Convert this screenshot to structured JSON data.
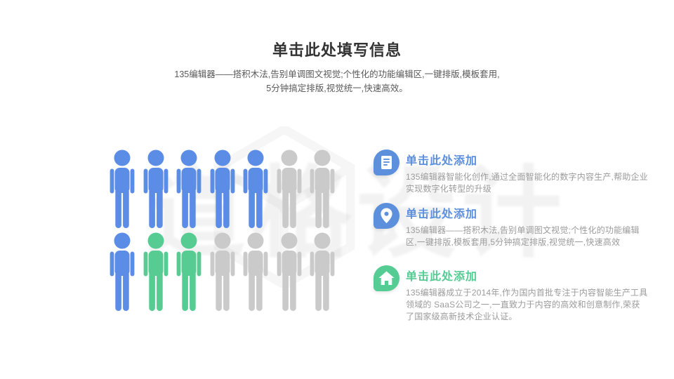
{
  "header": {
    "title": "单击此处填写信息",
    "subtitle_line1": "135编辑器——搭积木法,告别单调图文视觉;个性化的功能编辑区,一键排版,模板套用,",
    "subtitle_line2": "5分钟搞定排版,视觉统一,快速高效。"
  },
  "watermark": {
    "text": "道格设计"
  },
  "pictogram": {
    "columns": 7,
    "rows_count": 2,
    "colors": {
      "blue": "#5b8ce6",
      "green": "#56cc93",
      "gray": "#cacaca"
    },
    "rows": [
      [
        "blue",
        "blue",
        "blue",
        "blue",
        "blue",
        "gray",
        "gray"
      ],
      [
        "blue",
        "green",
        "green",
        "gray",
        "gray",
        "gray",
        "gray"
      ]
    ]
  },
  "sections": [
    {
      "icon": "document-icon",
      "accent": "#5c90dc",
      "title": "单击此处添加",
      "body": "135编辑器智能化创作,通过全面智能化的数字内容生产,帮助企业实现数字化转型的升级"
    },
    {
      "icon": "location-pin-icon",
      "accent": "#5c90dc",
      "title": "单击此处添加",
      "body": "135编辑器——搭积木法,告别单调图文视觉;个性化的功能编辑区,一键排版,模板套用,5分钟搞定排版,视觉统一,快速高效"
    },
    {
      "icon": "home-icon",
      "accent": "#55cc93",
      "title": "单击此处添加",
      "body": "135编辑器成立于2014年,作为国内首批专注于内容智能生产工具领域的 SaaS公司之一,一直致力于内容的高效和创意制作,荣获了国家级高新技术企业认证。"
    }
  ]
}
